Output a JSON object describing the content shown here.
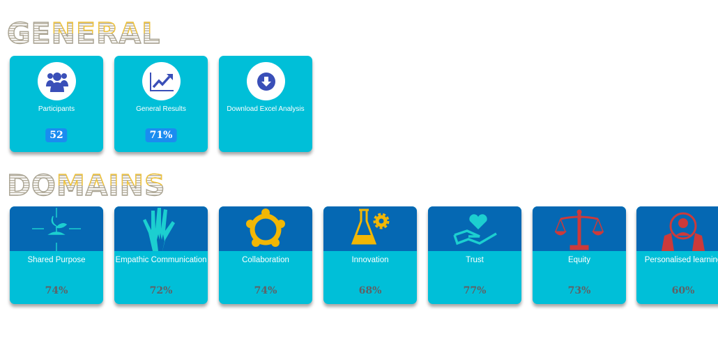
{
  "general": {
    "heading": "GENERAL",
    "cards": [
      {
        "label": "Participants",
        "value": "52",
        "icon": "users-icon"
      },
      {
        "label": "General Results",
        "value": "71%",
        "icon": "chart-line-icon"
      },
      {
        "label": "Download Excel Analysis",
        "icon": "download-icon"
      }
    ]
  },
  "domains": {
    "heading": "DOMAINS",
    "cards": [
      {
        "label": "Shared Purpose",
        "value": "74%",
        "icon": "plant-icon"
      },
      {
        "label": "Empathic Communication",
        "value": "72%",
        "icon": "hands-icon"
      },
      {
        "label": "Collaboration",
        "value": "74%",
        "icon": "people-circle-icon"
      },
      {
        "label": "Innovation",
        "value": "68%",
        "icon": "flask-gear-icon"
      },
      {
        "label": "Trust",
        "value": "77%",
        "icon": "heart-hand-icon"
      },
      {
        "label": "Equity",
        "value": "73%",
        "icon": "scales-icon"
      },
      {
        "label": "Personalised learning",
        "value": "60%",
        "icon": "person-target-icon"
      }
    ]
  },
  "colors": {
    "card": "#00bfd8",
    "card_top": "#0568b3",
    "badge": "#1a8cf0",
    "icon_blue": "#3a4fb8",
    "teal": "#1ccfd0",
    "yellow": "#f2b705",
    "red": "#cc3a3a"
  }
}
